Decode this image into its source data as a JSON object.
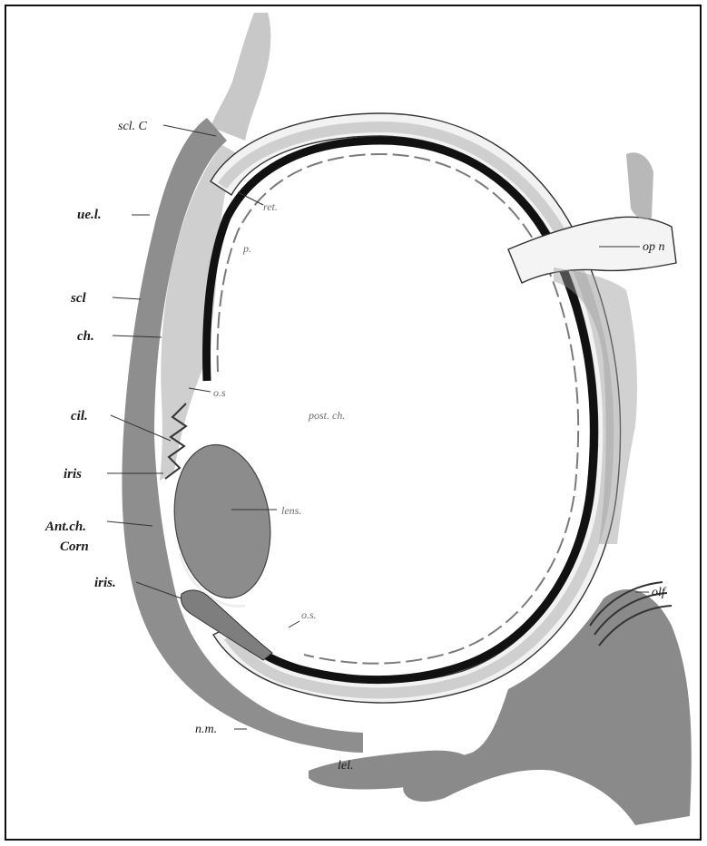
{
  "figure": {
    "labels": {
      "scl_c": "scl. C",
      "ue_l": "ue.l.",
      "scl": "scl",
      "ch": "ch.",
      "cil": "cil.",
      "iris_upper": "iris",
      "ant_ch": "Ant.ch.",
      "corn": "Corn",
      "iris_lower": "iris.",
      "ret": "ret.",
      "p": "p.",
      "o_s_upper": "o.s",
      "o_s_lower": "o.s.",
      "post_ch": "post. ch.",
      "lens": "lens.",
      "op_n": "op n",
      "olf": "olf",
      "n_m": "n.m.",
      "lel": "lel."
    },
    "colors": {
      "border": "#111111",
      "tissue_gray": "#8a8a8a",
      "tissue_light": "#d9d9d9",
      "retina_black": "#111111",
      "lens_gray": "#8c8c8c"
    }
  }
}
